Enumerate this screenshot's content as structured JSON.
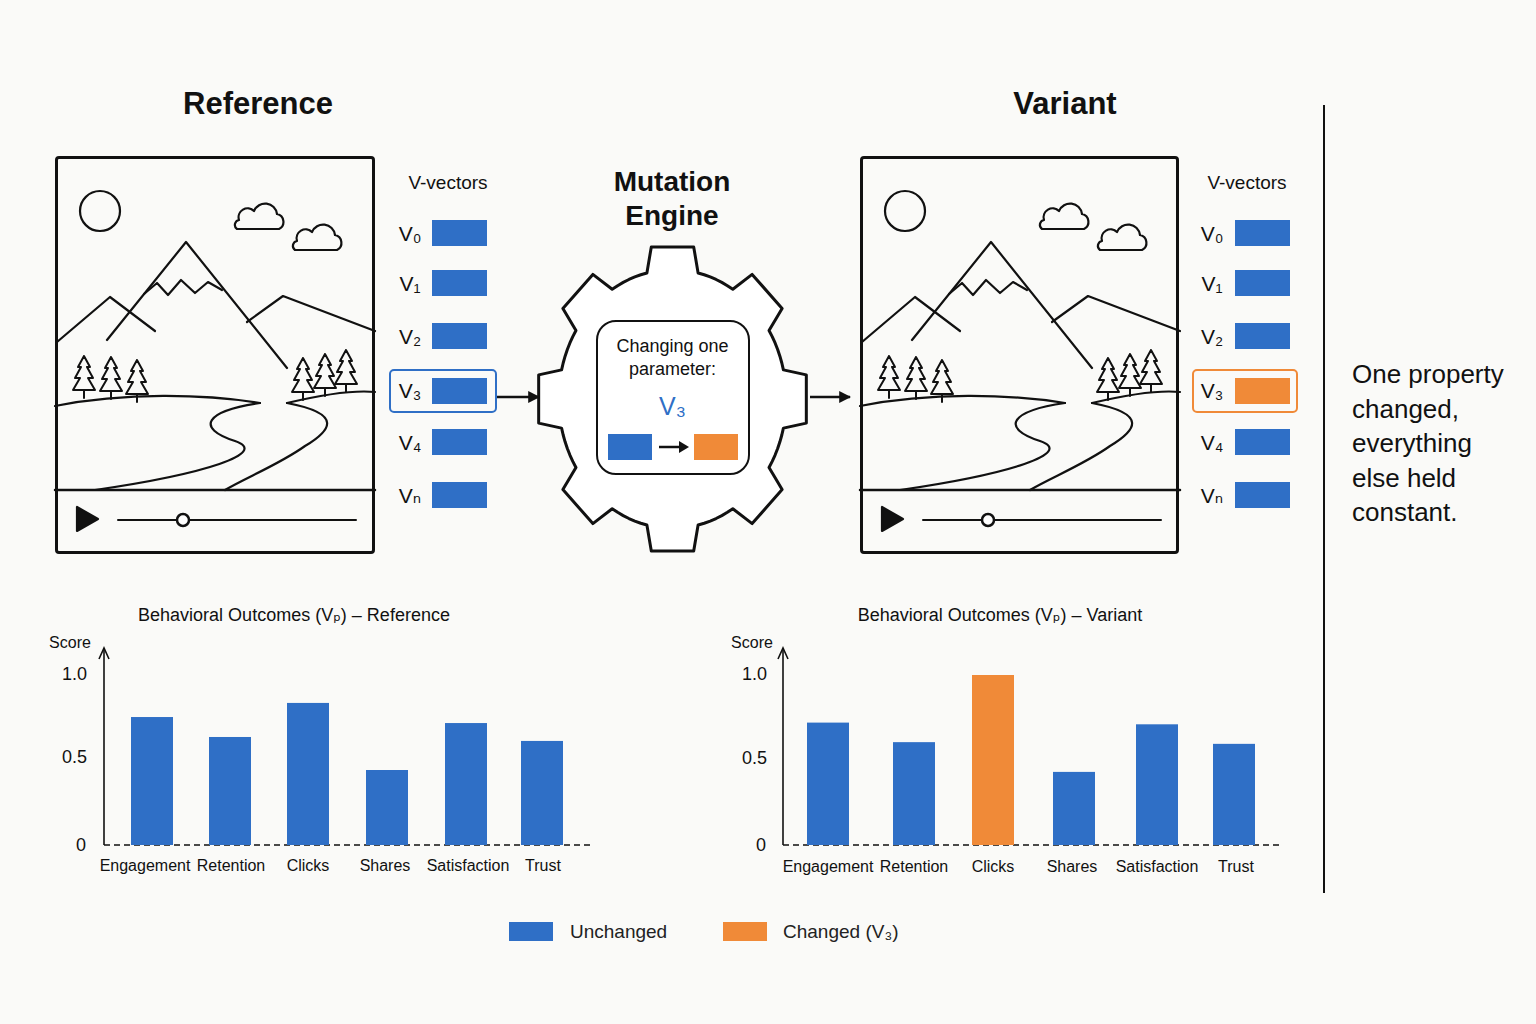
{
  "diagram": {
    "nodes": [
      {
        "text": [
          "Reference"
        ]
      },
      {
        "text": [
          "V₃"
        ]
      },
      {
        "text": [
          "Mutation Engine"
        ]
      },
      {
        "text": [
          "Changing one parameter:",
          "V₃"
        ],
        "in": 2
      },
      {
        "text": [
          "Variant"
        ]
      },
      {
        "text": [
          "V₃"
        ]
      }
    ],
    "edges": [
      {
        "from": 1,
        "to": 2,
        "arrow": "to"
      },
      {
        "from": 2,
        "to": 4,
        "arrow": "to"
      }
    ],
    "labels": [
      "V-vectors",
      "V₀",
      "V₁",
      "V₂",
      "V₄",
      "Vₙ",
      "V-vectors",
      "V₀",
      "V₁",
      "V₂",
      "V₄",
      "Vₙ",
      "One property changed, everything else held constant.",
      "Behavioral Outcomes (Vₚ) – Reference",
      "Score",
      "1.0",
      "0.5",
      "0",
      "Engagement",
      "Retention",
      "Clicks",
      "Shares",
      "Satisfaction",
      "Trust",
      "Behavioral Outcomes (Vₚ) – Variant",
      "Score",
      "1.0",
      "0.5",
      "0",
      "Engagement",
      "Retention",
      "Clicks",
      "Shares",
      "Satisfaction",
      "Trust"
    ],
    "legend": [
      {
        "text": "Unchanged",
        "color": "#2f6fc6"
      },
      {
        "text": "Changed (V₃)",
        "color": "#f08a38"
      }
    ]
  }
}
